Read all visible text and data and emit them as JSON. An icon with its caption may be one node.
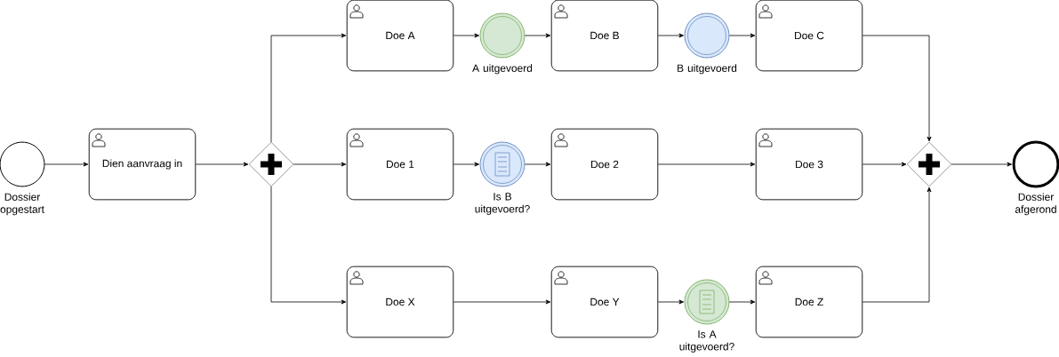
{
  "diagram": {
    "nodes": [
      {
        "text": [],
        "shape": "circle",
        "beside": [
          "Dossier opgestart"
        ]
      },
      {
        "text": [
          "Dien aanvraag in"
        ]
      },
      {
        "text": [],
        "shape": "diamond"
      },
      {
        "text": [
          "Doe A"
        ]
      },
      {
        "text": [],
        "shape": "circle",
        "beside": [
          "A uitgevoerd"
        ]
      },
      {
        "text": [
          "Doe B"
        ]
      },
      {
        "text": [],
        "shape": "circle",
        "beside": [
          "B uitgevoerd"
        ]
      },
      {
        "text": [
          "Doe C"
        ]
      },
      {
        "text": [
          "Doe 1"
        ]
      },
      {
        "text": [],
        "shape": "circle",
        "beside": [
          "Is B uitgevoerd?"
        ]
      },
      {
        "text": [
          "Doe 2"
        ]
      },
      {
        "text": [
          "Doe 3"
        ]
      },
      {
        "text": [
          "Doe X"
        ]
      },
      {
        "text": [
          "Doe Y"
        ]
      },
      {
        "text": [],
        "shape": "circle",
        "beside": [
          "Is A uitgevoerd?"
        ]
      },
      {
        "text": [
          "Doe Z"
        ]
      },
      {
        "text": [],
        "shape": "diamond"
      },
      {
        "text": [],
        "shape": "circle",
        "beside": [
          "Dossier afgerond"
        ]
      }
    ],
    "edges": [
      {
        "from": 0,
        "to": 1,
        "arrow": "to"
      },
      {
        "from": 1,
        "to": 2,
        "arrow": "to"
      },
      {
        "from": 2,
        "to": 3,
        "arrow": "to"
      },
      {
        "from": 2,
        "to": 8,
        "arrow": "to"
      },
      {
        "from": 2,
        "to": 12,
        "arrow": "to"
      },
      {
        "from": 3,
        "to": 4,
        "arrow": "to"
      },
      {
        "from": 4,
        "to": 5,
        "arrow": "to"
      },
      {
        "from": 5,
        "to": 6,
        "arrow": "to"
      },
      {
        "from": 6,
        "to": 7,
        "arrow": "to"
      },
      {
        "from": 7,
        "to": 16,
        "arrow": "to"
      },
      {
        "from": 8,
        "to": 9,
        "arrow": "to"
      },
      {
        "from": 9,
        "to": 10,
        "arrow": "to"
      },
      {
        "from": 10,
        "to": 11,
        "arrow": "to"
      },
      {
        "from": 11,
        "to": 16,
        "arrow": "to"
      },
      {
        "from": 12,
        "to": 13,
        "arrow": "to"
      },
      {
        "from": 13,
        "to": 14,
        "arrow": "to"
      },
      {
        "from": 14,
        "to": 15,
        "arrow": "to"
      },
      {
        "from": 15,
        "to": 16,
        "arrow": "to"
      },
      {
        "from": 16,
        "to": 17,
        "arrow": "to"
      }
    ]
  }
}
